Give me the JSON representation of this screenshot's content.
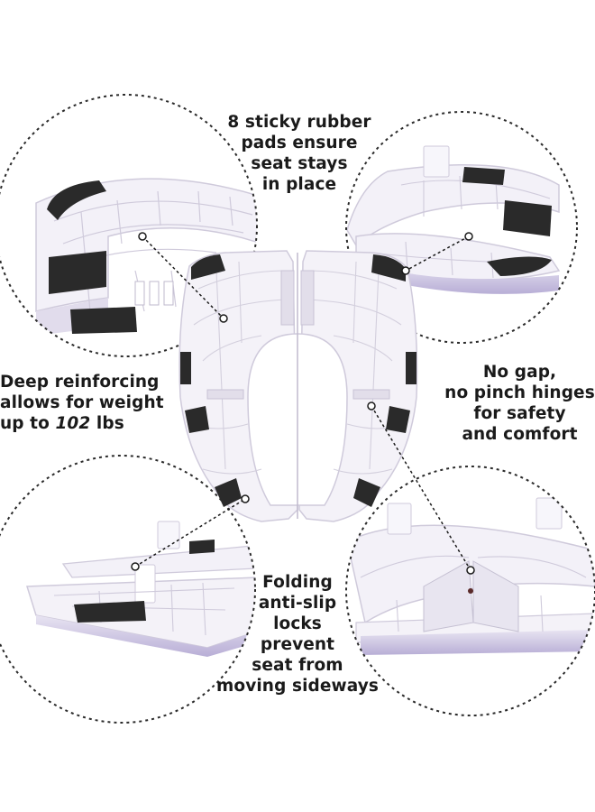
{
  "callouts": {
    "sticky_pads": [
      "8 sticky rubber",
      "pads ensure",
      "seat stays",
      "in place"
    ],
    "reinforcing": {
      "line1": "Deep reinforcing",
      "line2": "allows for weight",
      "line3_prefix": "up to ",
      "line3_number": "102",
      "line3_suffix": " lbs"
    },
    "hinges": [
      "No gap,",
      "no pinch hinges",
      "for safety",
      "and comfort"
    ],
    "locks": [
      "Folding",
      "anti-slip",
      "locks",
      "prevent",
      "seat from",
      "moving sideways"
    ]
  },
  "colors": {
    "seat_body": "#f4f2f8",
    "seat_ribs": "#d3cfdd",
    "rubber_pad": "#2a2a2a",
    "circle_border": "#2b2b2b",
    "base_tint": "#bcb4d8",
    "text": "#1a1a1a"
  },
  "icons": [
    "dashed-zoom-circle",
    "pointer-dot",
    "rubber-pad"
  ]
}
